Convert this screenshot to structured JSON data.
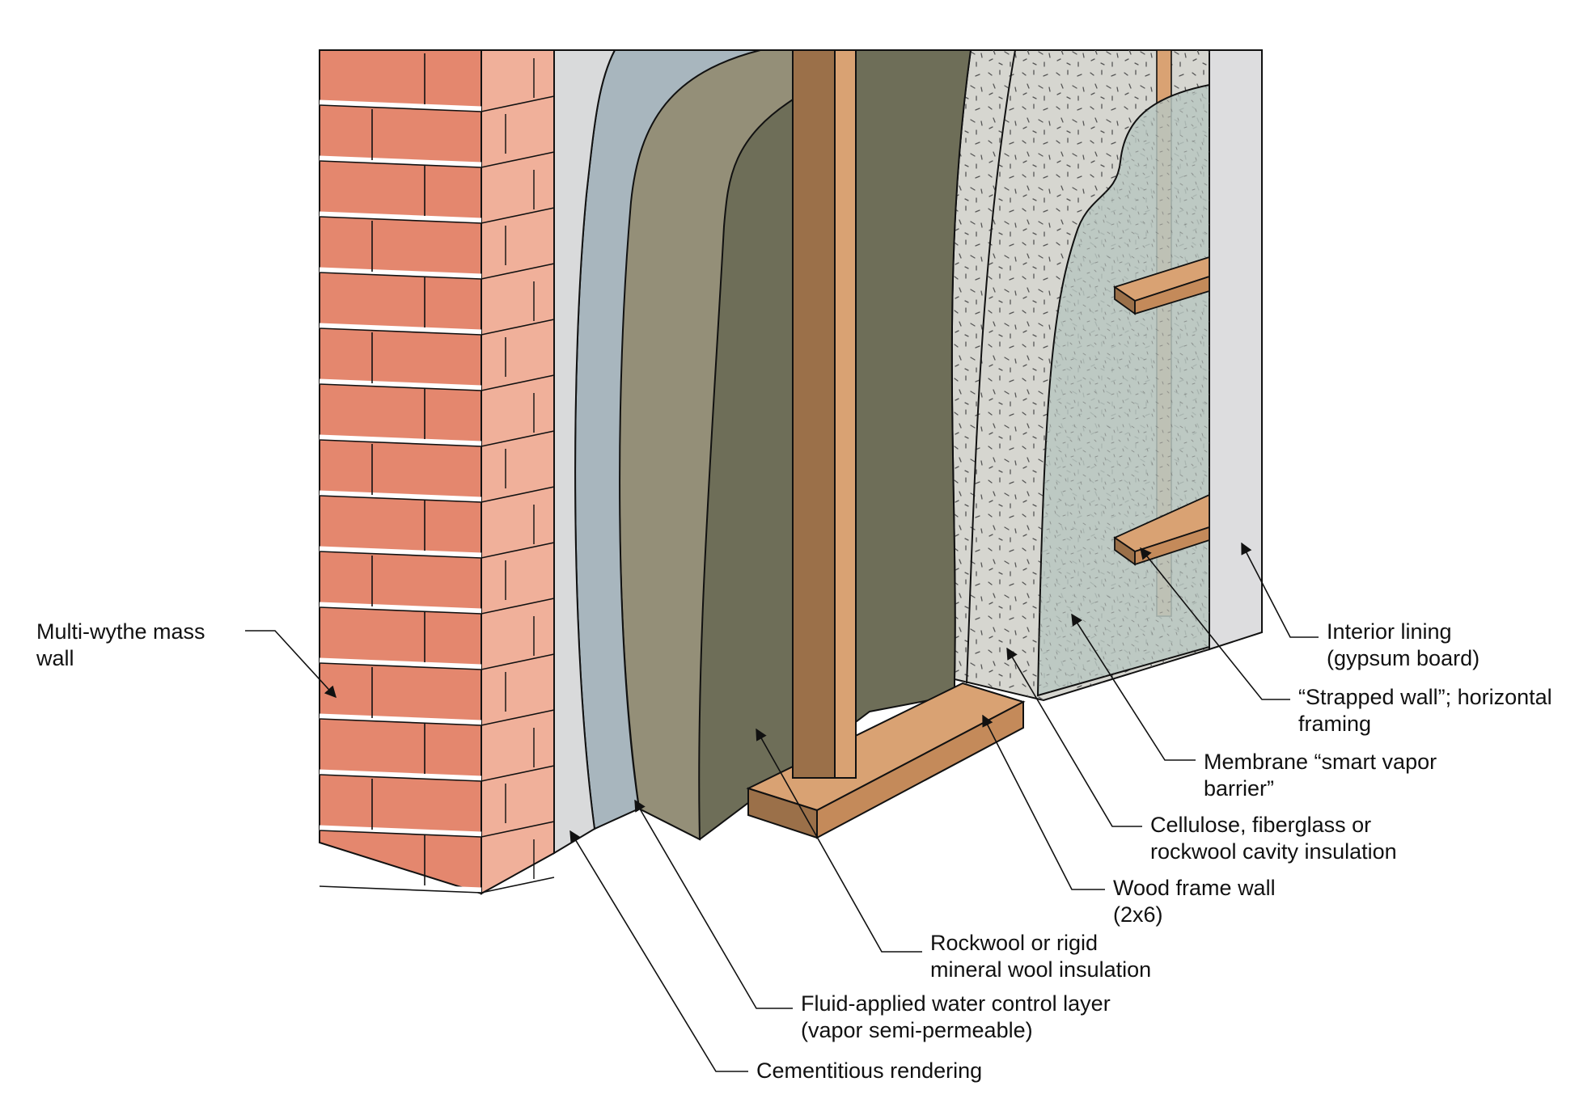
{
  "labels": {
    "mass_wall": [
      "Multi-wythe mass",
      "wall"
    ],
    "interior_lining": [
      "Interior lining",
      "(gypsum board)"
    ],
    "strapped_wall": [
      "“Strapped wall”; horizontal",
      "framing"
    ],
    "membrane": [
      "Membrane “smart vapor",
      "barrier”"
    ],
    "cavity_insulation": [
      "Cellulose, fiberglass or",
      "rockwool cavity insulation"
    ],
    "wood_frame": [
      "Wood frame wall",
      "(2x6)"
    ],
    "rockwool": [
      "Rockwool or rigid",
      "mineral wool insulation"
    ],
    "water_control": [
      "Fluid-applied water control layer",
      "(vapor semi-permeable)"
    ],
    "rendering": [
      "Cementitious rendering"
    ]
  },
  "colors": {
    "brick_face": "#E4876E",
    "brick_side": "#F0B09A",
    "rendering": "#D9DADB",
    "water_control": "#A8B6BE",
    "rockwool_face": "#948F78",
    "rockwool_side": "#6E6E58",
    "wood_light": "#D9A273",
    "wood_dark": "#9B7049",
    "cavity_insulation": "#D6D6D0",
    "membrane": "#B9C7C1",
    "gypsum": "#DDDDDF",
    "line": "#111111"
  }
}
